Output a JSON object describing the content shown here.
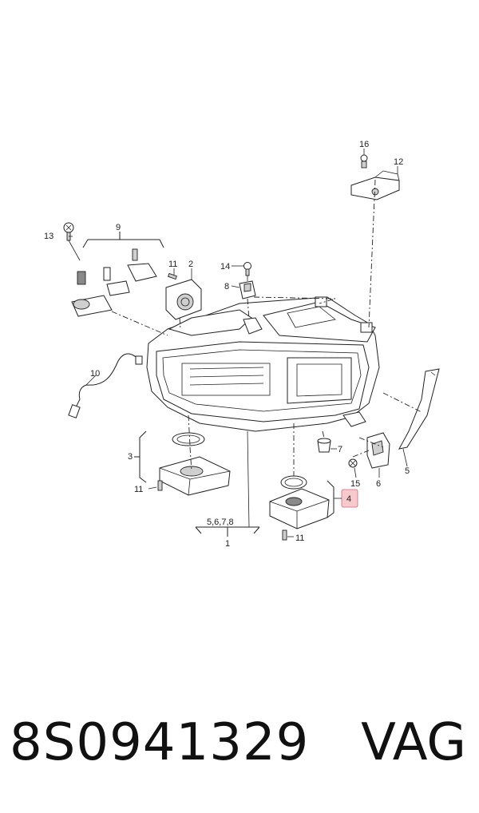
{
  "callouts": {
    "c1": "1",
    "c2": "2",
    "c3": "3",
    "c4": "4",
    "c5": "5",
    "c5678": "5,6,7,8",
    "c6": "6",
    "c7": "7",
    "c8": "8",
    "c9": "9",
    "c10": "10",
    "c11a": "11",
    "c11b": "11",
    "c11c": "11",
    "c12": "12",
    "c13": "13",
    "c14": "14",
    "c15": "15",
    "c16": "16"
  },
  "highlight_color": "#f7c8cc",
  "footer": {
    "part_number": "8S0941329",
    "brand": "VAG"
  }
}
